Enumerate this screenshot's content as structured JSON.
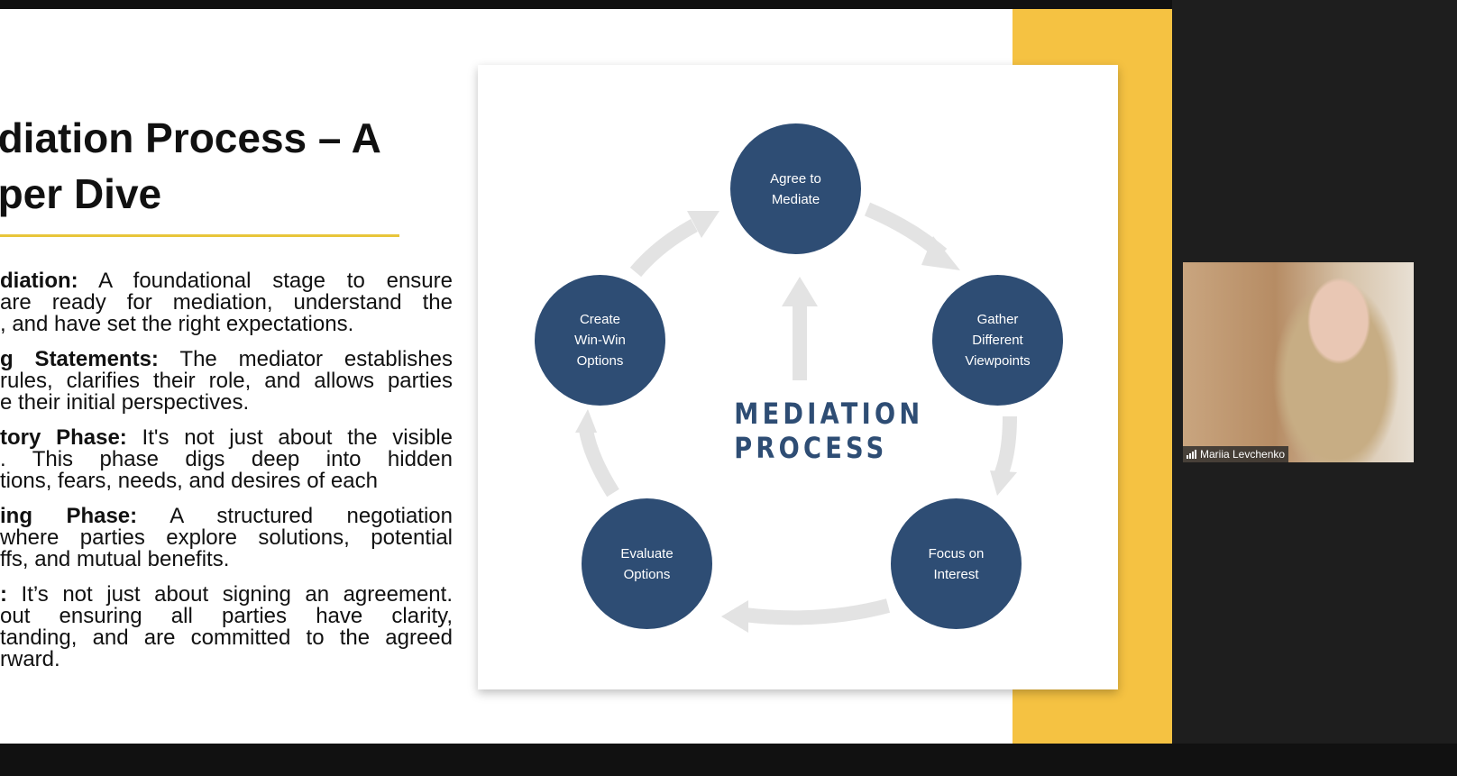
{
  "slide": {
    "title_lines": [
      "ediation Process – A",
      "eper Dive"
    ],
    "paragraphs": [
      [
        {
          "bold": "diation:",
          "text": " A foundational stage to ensure"
        },
        {
          "text": "are ready for mediation, understand the"
        },
        {
          "text": ", and have set the right expectations."
        }
      ],
      [
        {
          "bold": "g Statements:",
          "text": " The mediator establishes"
        },
        {
          "text": "rules, clarifies their role, and allows parties"
        },
        {
          "text": "e their initial perspectives."
        }
      ],
      [
        {
          "bold": "tory Phase:",
          "text": " It's not just about the visible"
        },
        {
          "text": ". This phase digs deep into hidden"
        },
        {
          "text": "tions, fears, needs, and desires of each"
        }
      ],
      [
        {
          "bold": "ing Phase:",
          "text": " A structured negotiation"
        },
        {
          "text": "where parties explore solutions, potential"
        },
        {
          "text": "ffs, and mutual benefits."
        }
      ],
      [
        {
          "bold": ":",
          "text": " It’s not just about signing an agreement."
        },
        {
          "text": "out ensuring all parties have clarity,"
        },
        {
          "text": "tanding, and are committed to the agreed"
        },
        {
          "text": "rward."
        }
      ]
    ],
    "diagram": {
      "center_title": "MEDIATION\nPROCESS",
      "center_lines": [
        "MEDIATION",
        "PROCESS"
      ],
      "steps": [
        "Agree to\nMediate",
        "Gather\nDifferent\nViewpoints",
        "Focus on\nInterest",
        "Evaluate\nOptions",
        "Create\nWin-Win\nOptions"
      ],
      "circle_color": "#2e4d74",
      "accent_color": "#f5c242"
    }
  },
  "participant": {
    "name": "Mariia Levchenko",
    "icon": "signal-bars-icon"
  }
}
